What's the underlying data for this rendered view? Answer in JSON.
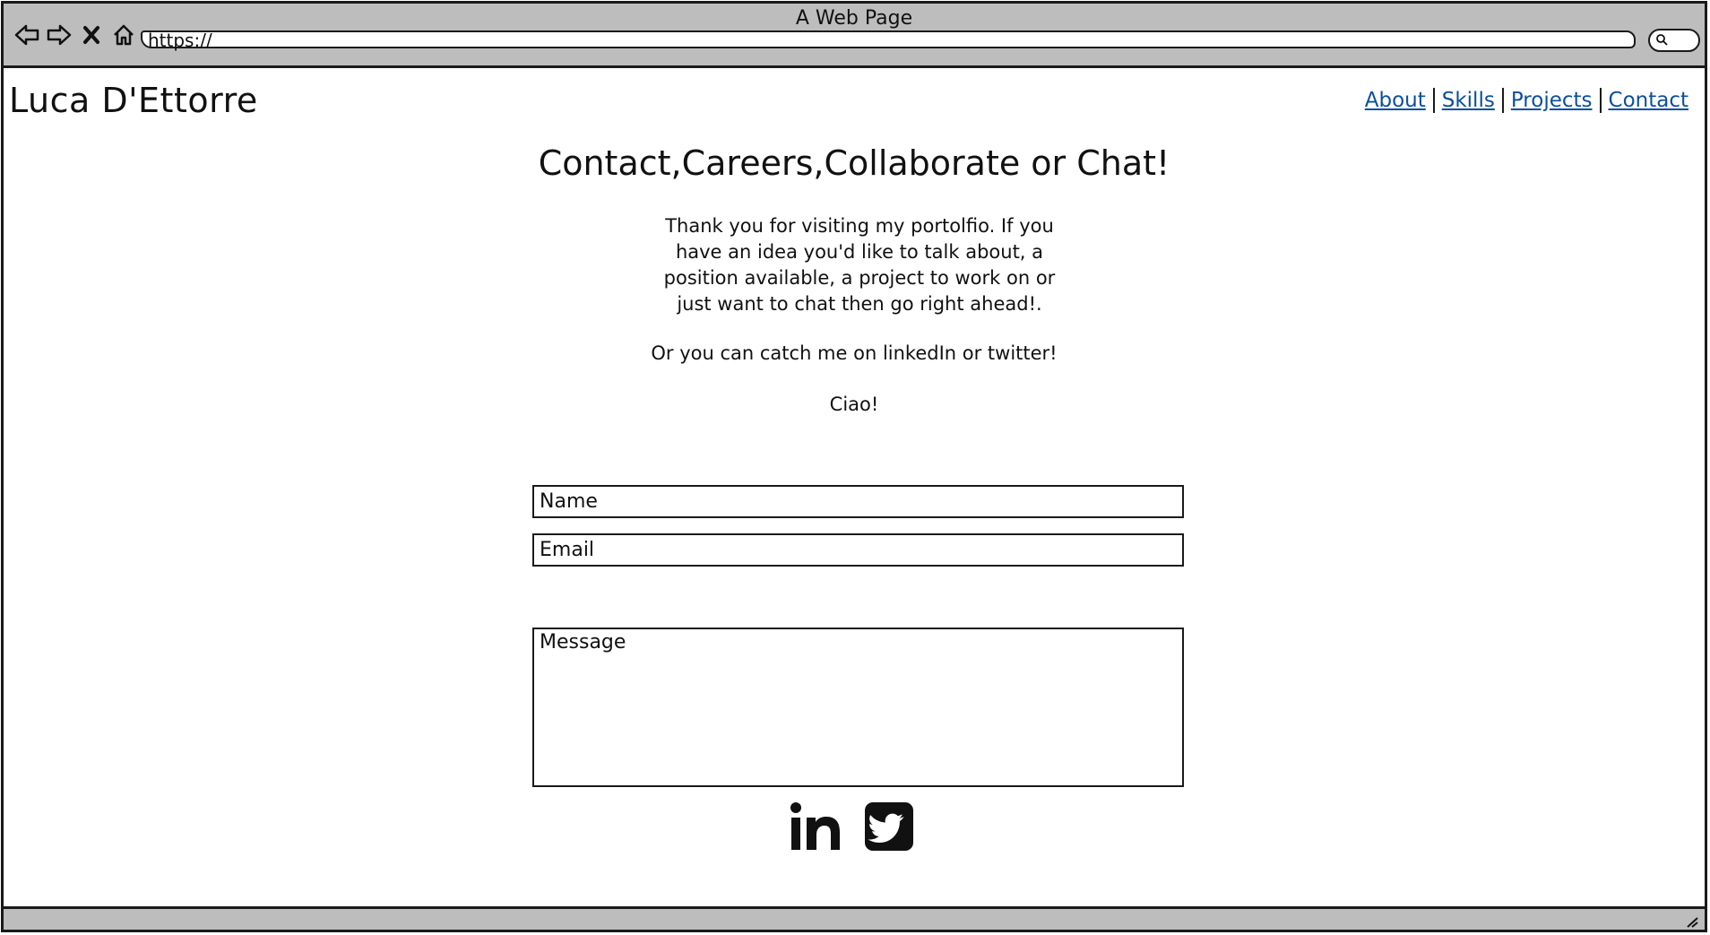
{
  "window": {
    "title": "A Web Page",
    "url": "https://"
  },
  "site": {
    "brand": "Luca D'Ettorre",
    "nav": [
      "About",
      "Skills",
      "Projects",
      "Contact"
    ]
  },
  "main": {
    "headline": "Contact,Careers,Collaborate or Chat!",
    "intro": "Thank you for visiting my portolfio. If you have an idea you'd like to talk about, a position available, a project to work on or just want to chat then go right ahead!.",
    "social_note": "Or you can catch me on linkedIn or twitter!",
    "signoff": "Ciao!"
  },
  "form": {
    "name_placeholder": "Name",
    "email_placeholder": "Email",
    "message_placeholder": "Message"
  },
  "icons": {
    "back": "arrow-left-icon",
    "forward": "arrow-right-icon",
    "stop": "close-icon",
    "home": "home-icon",
    "search": "search-icon",
    "linkedin": "linkedin-icon",
    "twitter": "twitter-icon"
  },
  "colors": {
    "chrome": "#bdbdbd",
    "link": "#0b4f9c",
    "ink": "#111111"
  }
}
